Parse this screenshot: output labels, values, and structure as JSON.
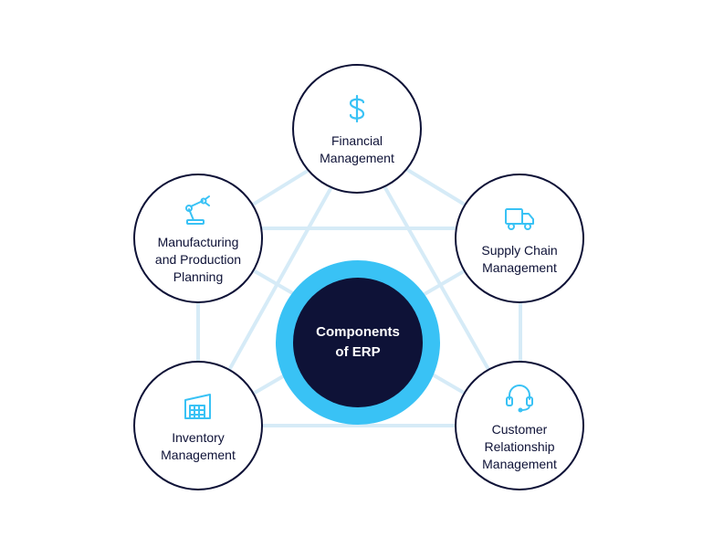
{
  "diagram": {
    "center": {
      "label": "Components\nof ERP"
    },
    "nodes": [
      {
        "id": "financial",
        "label": "Financial\nManagement",
        "icon": "dollar-icon"
      },
      {
        "id": "supply-chain",
        "label": "Supply Chain\nManagement",
        "icon": "truck-icon"
      },
      {
        "id": "crm",
        "label": "Customer\nRelationship\nManagement",
        "icon": "headset-icon"
      },
      {
        "id": "inventory",
        "label": "Inventory\nManagement",
        "icon": "warehouse-icon"
      },
      {
        "id": "manufacturing",
        "label": "Manufacturing\nand Production\nPlanning",
        "icon": "robot-arm-icon"
      }
    ]
  },
  "colors": {
    "navy": "#0e1237",
    "accent": "#39c2f5",
    "connector": "#d6ebf7",
    "background": "#ffffff"
  }
}
